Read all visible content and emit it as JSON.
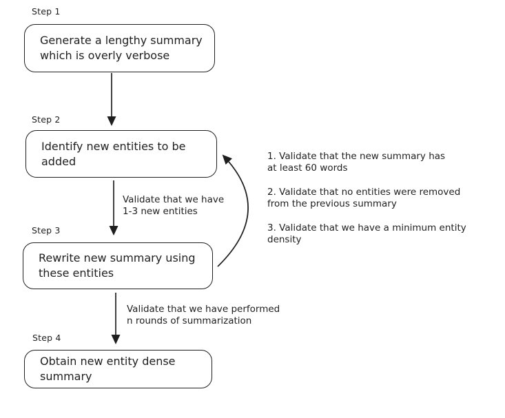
{
  "colors": {
    "stroke": "#1e1e1e",
    "background": "#ffffff"
  },
  "steps": [
    {
      "label": "Step 1",
      "text": "Generate a lengthy summary\nwhich is overly verbose"
    },
    {
      "label": "Step 2",
      "text": "Identify new entities to be\nadded"
    },
    {
      "label": "Step 3",
      "text": "Rewrite new summary using\nthese entities"
    },
    {
      "label": "Step 4",
      "text": "Obtain new entity dense\nsummary"
    }
  ],
  "arrow_labels": [
    {
      "text": "Validate that we have\n1-3 new entities"
    },
    {
      "text": "Validate that we have performed\nn rounds of summarization"
    }
  ],
  "validations": [
    "1. Validate that the new summary has\nat least 60 words",
    "2. Validate that no entities were removed\nfrom the previous summary",
    "3. Validate that we have a minimum entity\ndensity"
  ]
}
